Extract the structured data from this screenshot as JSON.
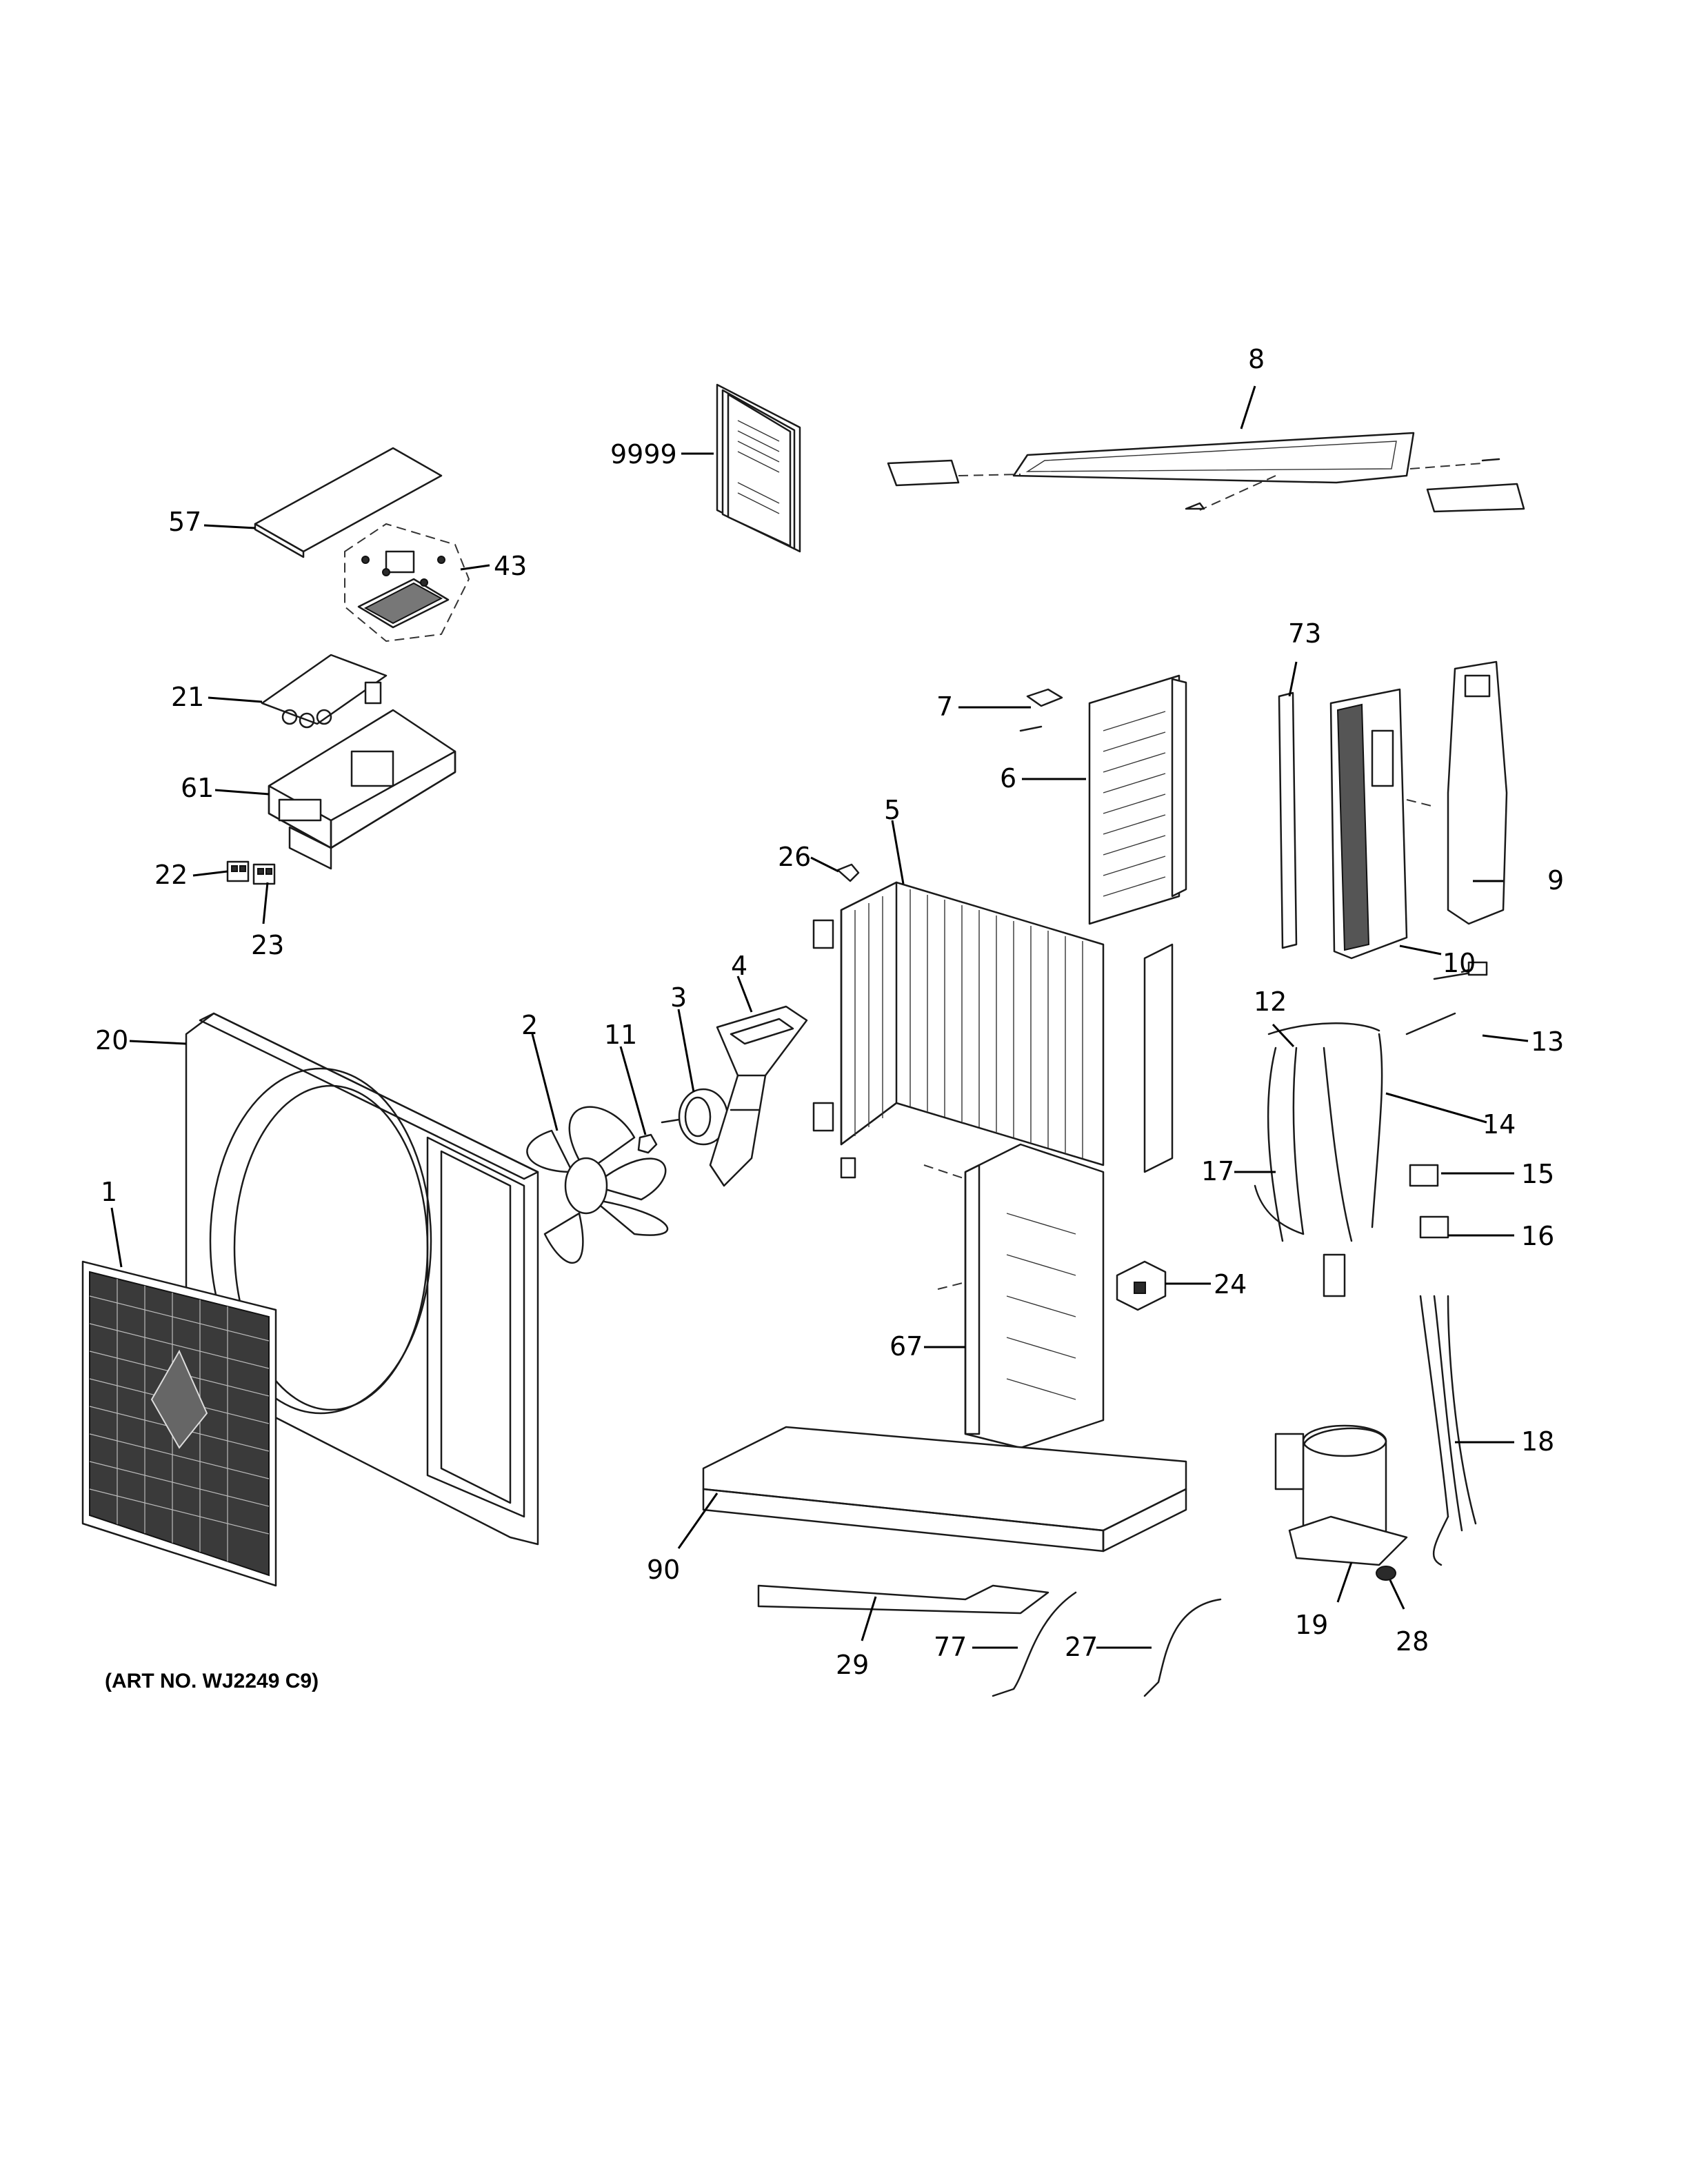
{
  "callouts": {
    "c1": "1",
    "c2": "2",
    "c3": "3",
    "c4": "4",
    "c5": "5",
    "c6": "6",
    "c7": "7",
    "c8": "8",
    "c9": "9",
    "c10": "10",
    "c11": "11",
    "c12": "12",
    "c13": "13",
    "c14": "14",
    "c15": "15",
    "c16": "16",
    "c17": "17",
    "c18": "18",
    "c19": "19",
    "c20": "20",
    "c21": "21",
    "c22": "22",
    "c23": "23",
    "c24": "24",
    "c26": "26",
    "c27": "27",
    "c28": "28",
    "c29": "29",
    "c43": "43",
    "c57": "57",
    "c61": "61",
    "c67": "67",
    "c73": "73",
    "c77": "77",
    "c90": "90",
    "c9999": "9999"
  },
  "art_number": "(ART NO. WJ2249 C9)"
}
